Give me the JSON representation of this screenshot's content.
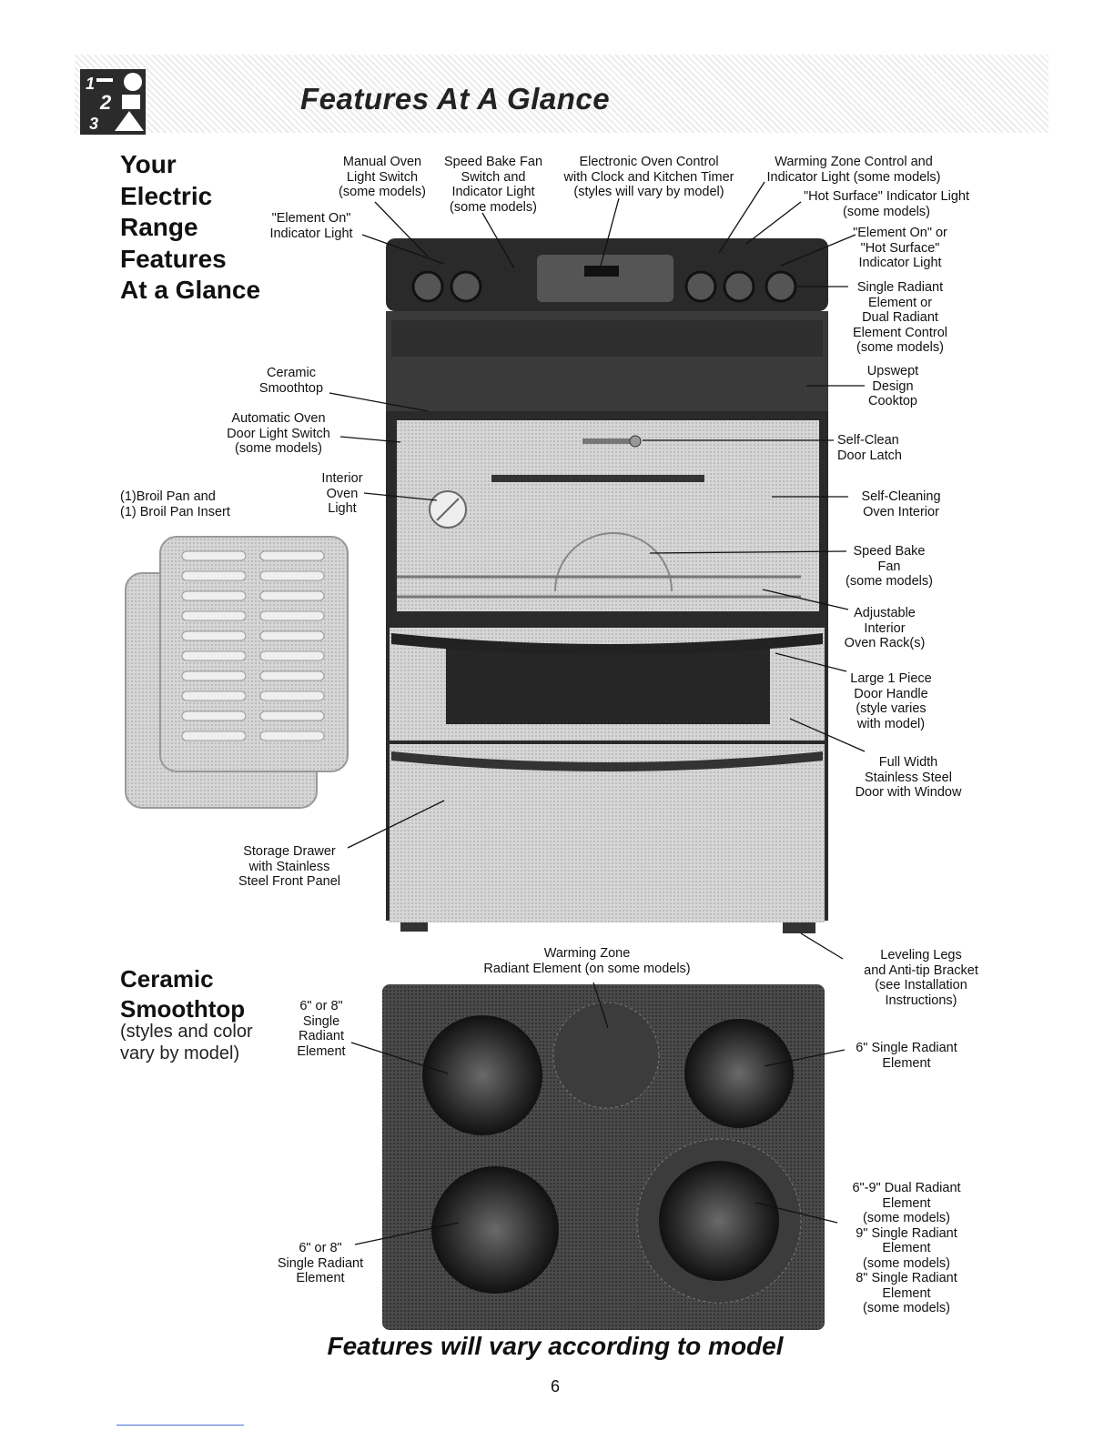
{
  "header": {
    "title": "Features At A Glance",
    "icon": "steps-1-2-3-icon"
  },
  "side_title": "Your\nElectric\nRange\nFeatures\nAt a Glance",
  "range_labels": {
    "manual_light": "Manual Oven\nLight Switch\n(some models)",
    "speed_bake_switch": "Speed Bake Fan\nSwitch and\nIndicator Light\n(some models)",
    "oven_control": "Electronic Oven Control\nwith Clock and Kitchen Timer\n(styles will vary by model)",
    "warming_zone_control": "Warming Zone Control and\nIndicator Light (some models)",
    "hot_surface_light": "\"Hot Surface\" Indicator Light\n(some models)",
    "element_on_light": "\"Element On\"\nIndicator Light",
    "element_on_hot_surface": "\"Element On\" or\n\"Hot Surface\"\nIndicator Light",
    "element_control": "Single Radiant\nElement or\nDual Radiant\nElement Control\n(some models)",
    "ceramic_smoothtop": "Ceramic\nSmoothtop",
    "upswept_cooktop": "Upswept\nDesign\nCooktop",
    "door_light_switch": "Automatic Oven\nDoor Light Switch\n(some models)",
    "door_latch": "Self-Clean\nDoor Latch",
    "interior_light": "Interior\nOven\nLight",
    "broil_pan": "(1)Broil Pan and\n(1) Broil Pan Insert",
    "oven_interior": "Self-Cleaning\nOven Interior",
    "speed_bake_fan": "Speed Bake\nFan\n(some models)",
    "oven_racks": "Adjustable\nInterior\nOven Rack(s)",
    "door_handle": "Large 1 Piece\nDoor Handle\n(style varies\nwith model)",
    "door_window": "Full Width\nStainless Steel\nDoor with Window",
    "storage_drawer": "Storage Drawer\nwith Stainless\nSteel Front Panel",
    "leveling_legs": "Leveling Legs\nand Anti-tip Bracket\n(see Installation\nInstructions)"
  },
  "cooktop": {
    "title": "Ceramic\nSmoothtop",
    "subtitle": "(styles and color\nvary by model)",
    "labels": {
      "warming_zone": "Warming Zone\nRadiant Element (on some models)",
      "rear_left": "6\" or 8\"\nSingle\nRadiant\nElement",
      "rear_right": "6\" Single Radiant\nElement",
      "front_left": "6\" or 8\"\nSingle Radiant\nElement",
      "front_right": "6\"-9\" Dual Radiant\nElement\n(some models)\n9\" Single Radiant\nElement\n(some models)\n8\" Single Radiant\nElement\n(some models)"
    }
  },
  "footer": {
    "note": "Features will vary according to model",
    "page": "6"
  },
  "colors": {
    "dark": "#2a2a2a",
    "steel": "#bdbdbd",
    "cooktop": "#3a3a3a",
    "accent_rule": "#4a6fd8"
  }
}
